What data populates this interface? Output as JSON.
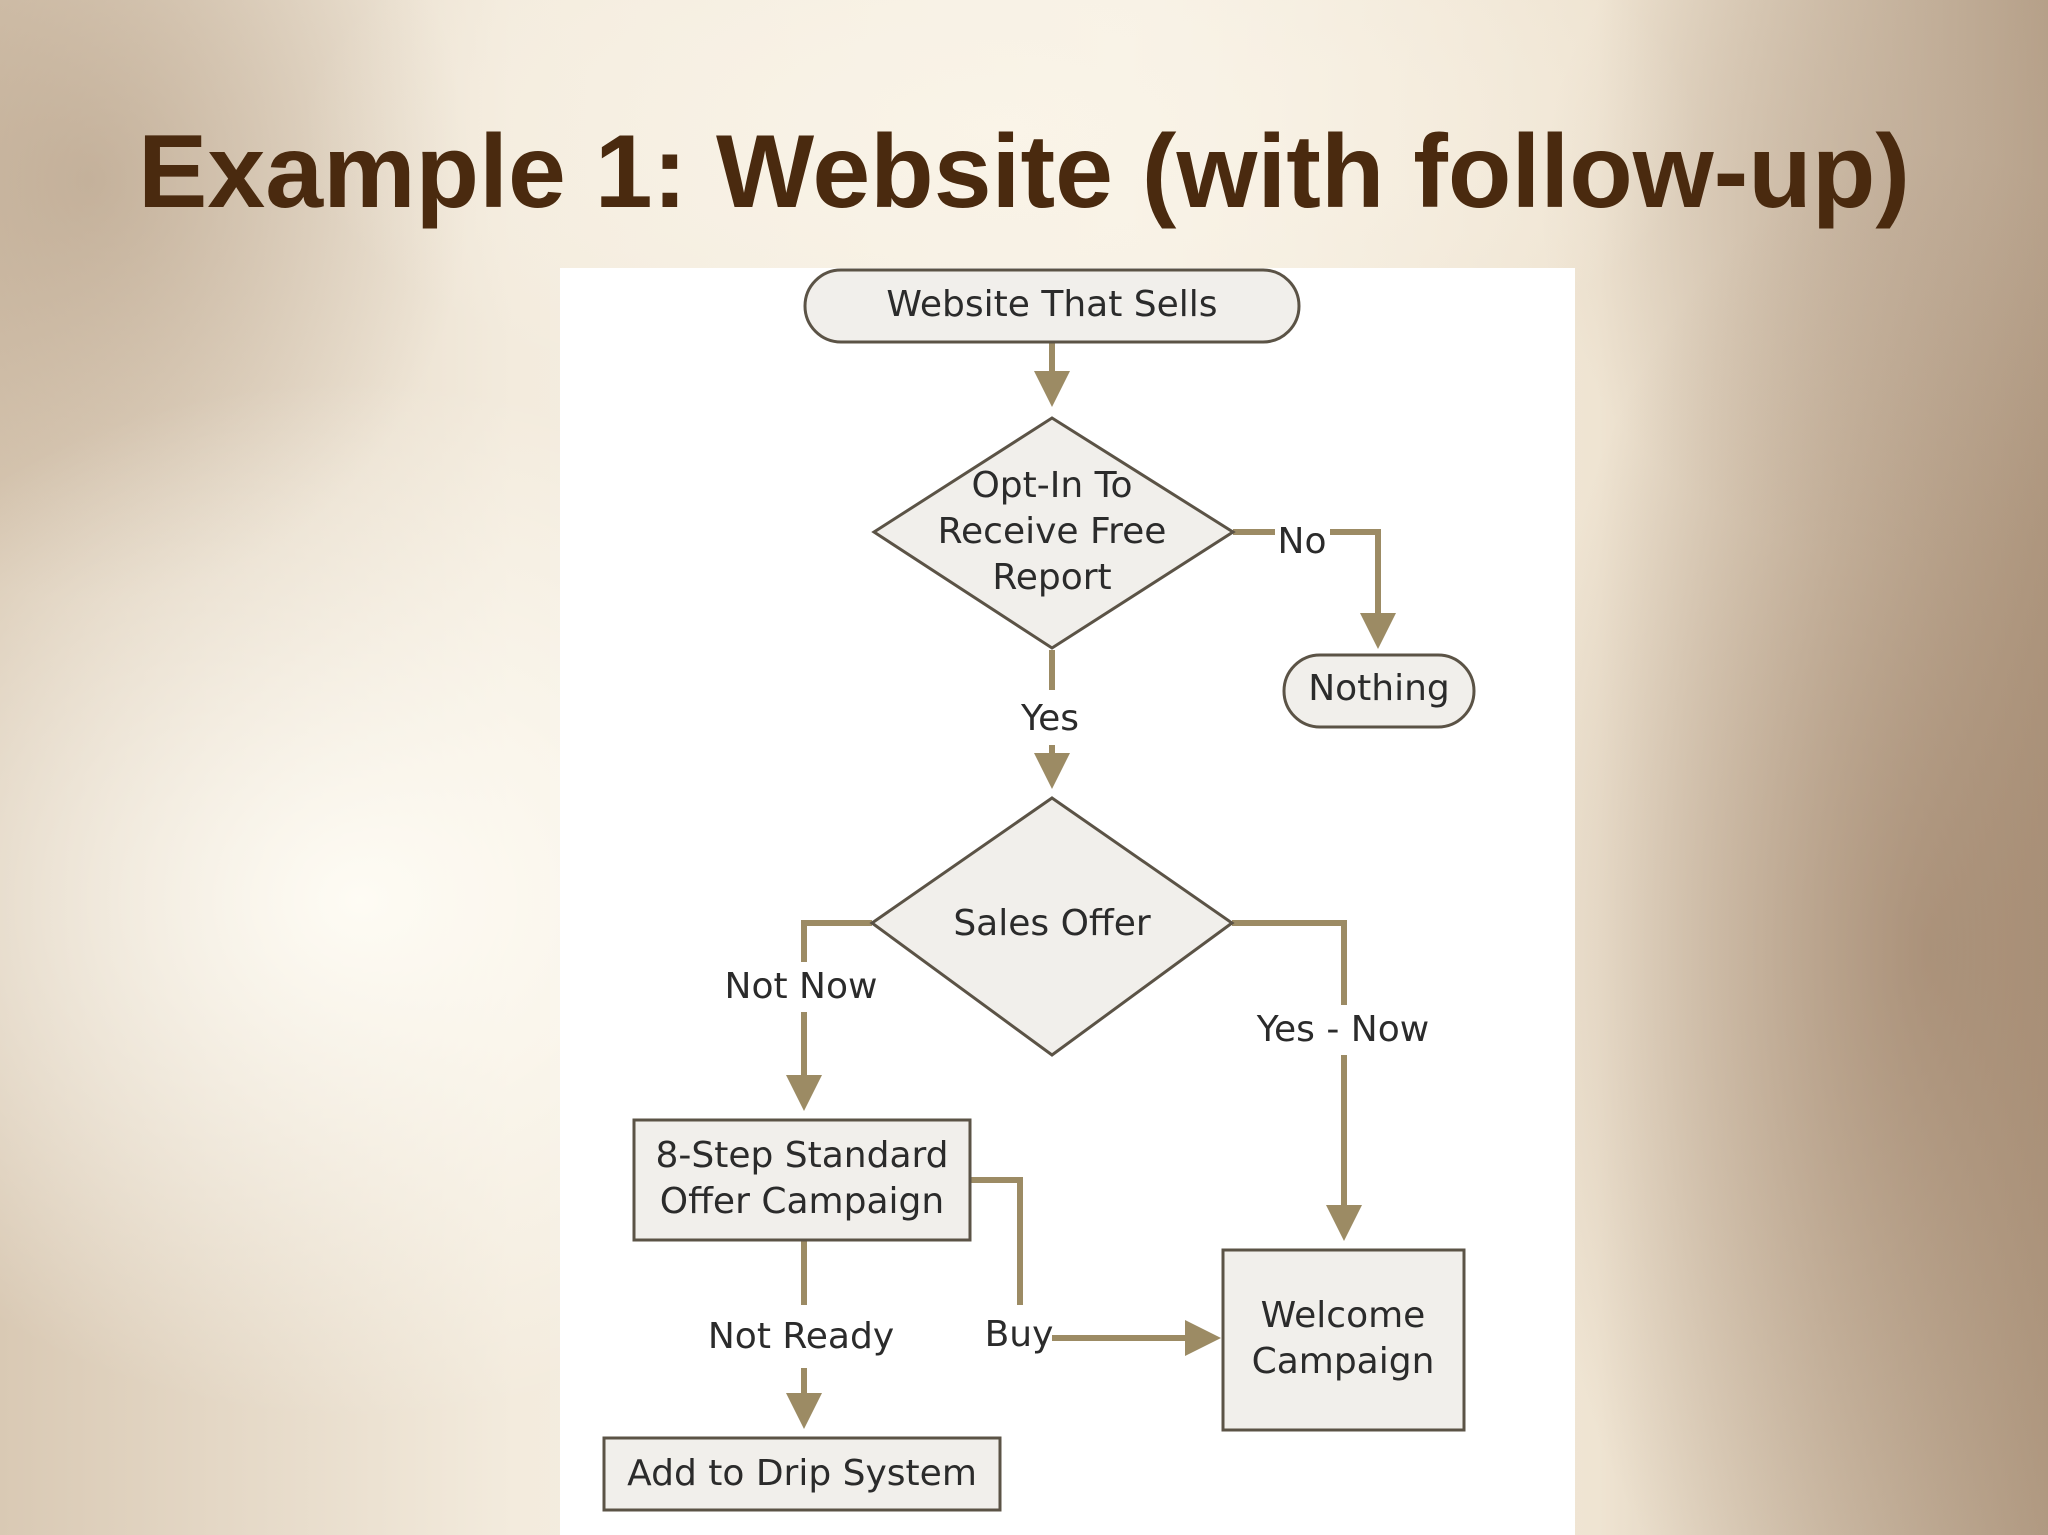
{
  "slide": {
    "title": "Example 1:  Website (with follow-up)"
  },
  "colors": {
    "title": "#4a2a0f",
    "connector": "#9c8b64",
    "node_fill": "#f1efeb",
    "node_stroke": "#5b5346"
  },
  "flowchart": {
    "nodes": {
      "start": {
        "label": "Website That Sells",
        "shape": "terminator"
      },
      "optin": {
        "lines": [
          "Opt-In To",
          "Receive Free",
          "Report"
        ],
        "shape": "decision"
      },
      "nothing": {
        "label": "Nothing",
        "shape": "terminator"
      },
      "sales": {
        "label": "Sales Offer",
        "shape": "decision"
      },
      "standard": {
        "lines": [
          "8-Step Standard",
          "Offer Campaign"
        ],
        "shape": "process"
      },
      "welcome": {
        "lines": [
          "Welcome",
          "Campaign"
        ],
        "shape": "process"
      },
      "drip": {
        "label": "Add to Drip System",
        "shape": "process"
      }
    },
    "edges": {
      "no": "No",
      "yes": "Yes",
      "not_now": "Not Now",
      "yes_now": "Yes - Now",
      "not_ready": "Not Ready",
      "buy": "Buy"
    }
  }
}
